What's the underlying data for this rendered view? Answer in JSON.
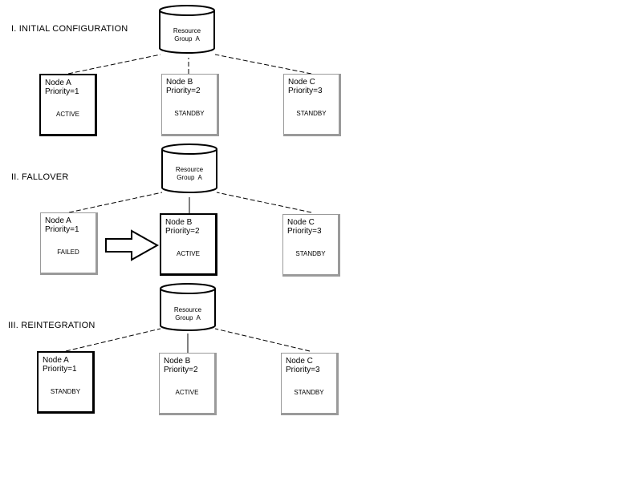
{
  "sections": [
    {
      "title": "I. INITIAL CONFIGURATION",
      "resource_group": "Resource\nGroup  A",
      "nodes": [
        {
          "name": "Node A",
          "priority": "Priority=1",
          "state": "ACTIVE"
        },
        {
          "name": "Node B",
          "priority": "Priority=2",
          "state": "STANDBY"
        },
        {
          "name": "Node C",
          "priority": "Priority=3",
          "state": "STANDBY"
        }
      ]
    },
    {
      "title": "II. FALLOVER",
      "resource_group": "Resource\nGroup  A",
      "nodes": [
        {
          "name": "Node A",
          "priority": "Priority=1",
          "state": "FAILED"
        },
        {
          "name": "Node B",
          "priority": "Priority=2",
          "state": "ACTIVE"
        },
        {
          "name": "Node C",
          "priority": "Priority=3",
          "state": "STANDBY"
        }
      ]
    },
    {
      "title": "III. REINTEGRATION",
      "resource_group": "Resource\nGroup  A",
      "nodes": [
        {
          "name": "Node A",
          "priority": "Priority=1",
          "state": "STANDBY"
        },
        {
          "name": "Node B",
          "priority": "Priority=2",
          "state": "ACTIVE"
        },
        {
          "name": "Node C",
          "priority": "Priority=3",
          "state": "STANDBY"
        }
      ]
    }
  ]
}
